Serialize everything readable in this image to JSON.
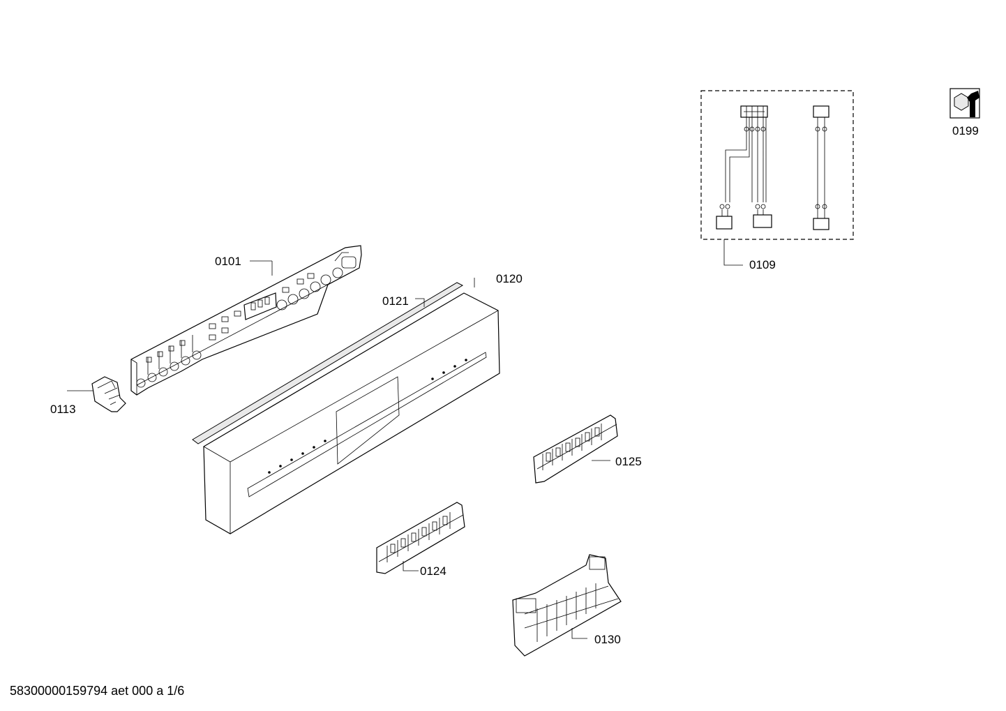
{
  "parts": {
    "p0101": "0101",
    "p0109": "0109",
    "p0113": "0113",
    "p0120": "0120",
    "p0121": "0121",
    "p0124": "0124",
    "p0125": "0125",
    "p0130": "0130",
    "p0199": "0199"
  },
  "footer": {
    "document_id": "58300000159794 aet 000 a 1/6"
  },
  "icons": {
    "service": "service-tool-icon"
  }
}
